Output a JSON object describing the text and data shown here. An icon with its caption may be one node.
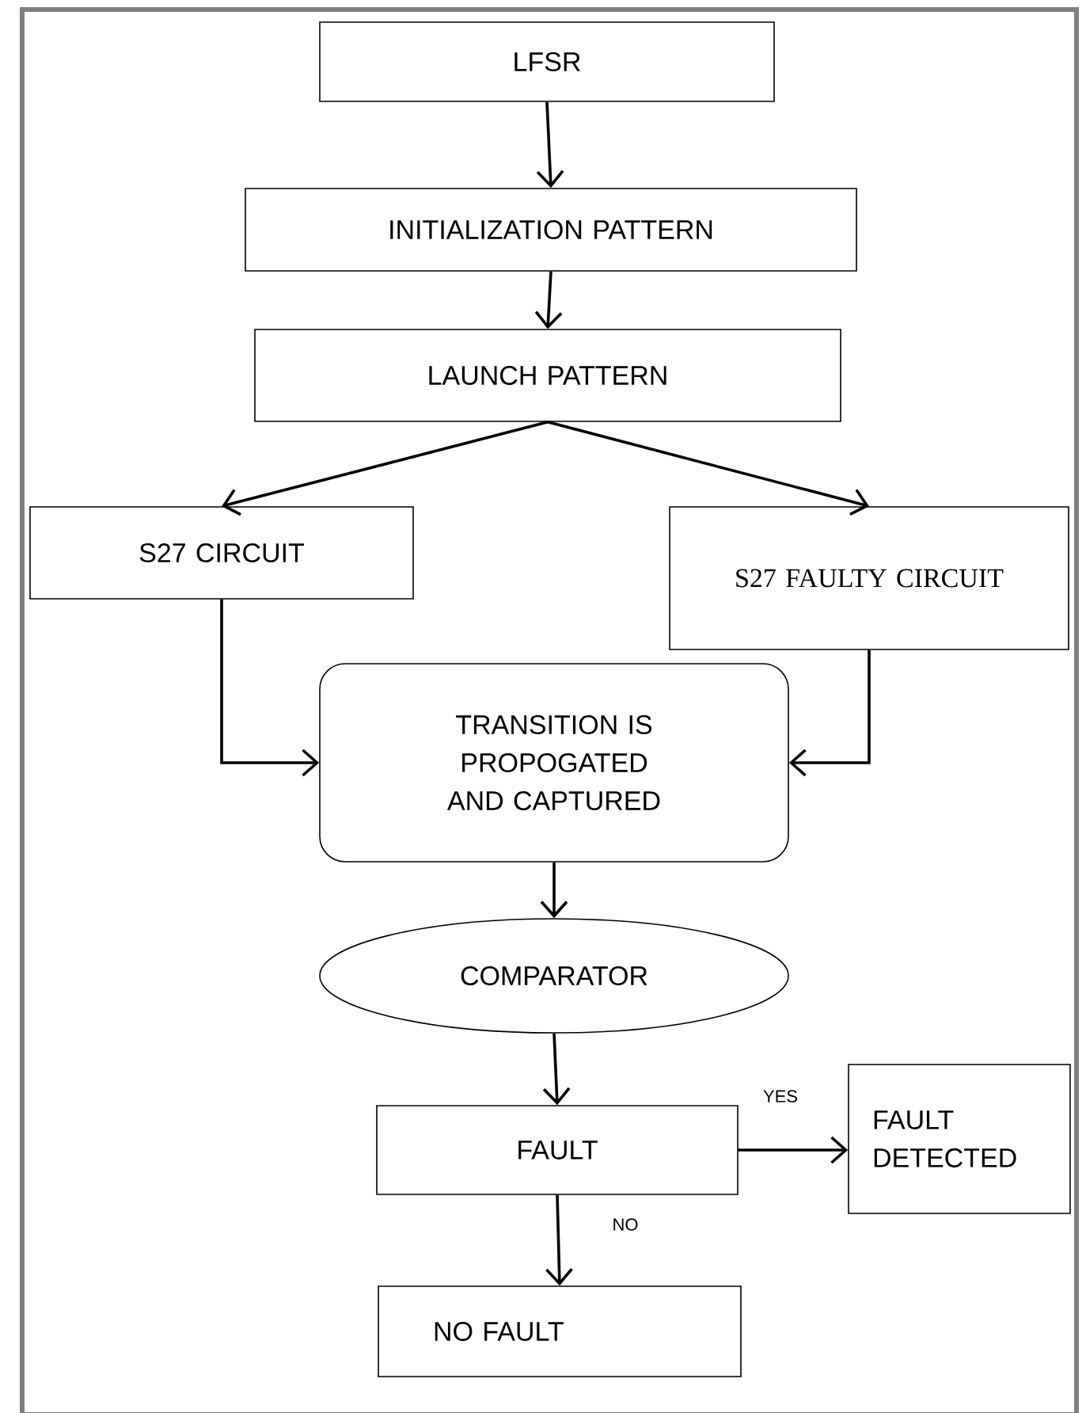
{
  "diagram": {
    "nodes": [
      {
        "text": [
          "LFSR"
        ]
      },
      {
        "text": [
          "INITIALIZATION PATTERN"
        ]
      },
      {
        "text": [
          "LAUNCH PATTERN"
        ]
      },
      {
        "text": [
          "S27 CIRCUIT"
        ]
      },
      {
        "text": [
          "S27 FAULTY CIRCUIT"
        ]
      },
      {
        "text": [
          "TRANSITION IS PROPOGATED AND CAPTURED"
        ]
      },
      {
        "text": [
          "COMPARATOR"
        ]
      },
      {
        "text": [
          "FAULT"
        ]
      },
      {
        "text": [
          "FAULT DETECTED"
        ]
      },
      {
        "text": [
          "NO FAULT"
        ]
      }
    ],
    "edges": [
      {
        "from": 0,
        "to": 1,
        "arrow": "to"
      },
      {
        "from": 1,
        "to": 2,
        "arrow": "to"
      },
      {
        "from": 2,
        "to": 3,
        "arrow": "to"
      },
      {
        "from": 2,
        "to": 4,
        "arrow": "to"
      },
      {
        "from": 3,
        "to": 5,
        "arrow": "to"
      },
      {
        "from": 4,
        "to": 5,
        "arrow": "to"
      },
      {
        "from": 5,
        "to": 6,
        "arrow": "to"
      },
      {
        "from": 6,
        "to": 7,
        "arrow": "to"
      },
      {
        "from": 7,
        "to": 8,
        "label": "YES",
        "arrow": "to"
      },
      {
        "from": 7,
        "to": 9,
        "label": "NO",
        "arrow": "to"
      }
    ]
  }
}
